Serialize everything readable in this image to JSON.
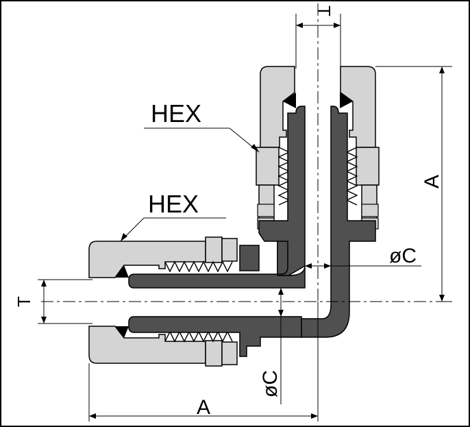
{
  "labels": {
    "hex_upper": "HEX",
    "hex_lower": "HEX",
    "dim_a_horizontal": "A",
    "dim_a_vertical": "A",
    "dim_c_upper": "øC",
    "dim_c_lower": "øC",
    "dim_t_top": "T",
    "dim_t_left": "T"
  },
  "colors": {
    "nut": "#d4d4d4",
    "body": "#505050",
    "line": "#000000",
    "background": "#ffffff",
    "ferrule": "#000000"
  }
}
